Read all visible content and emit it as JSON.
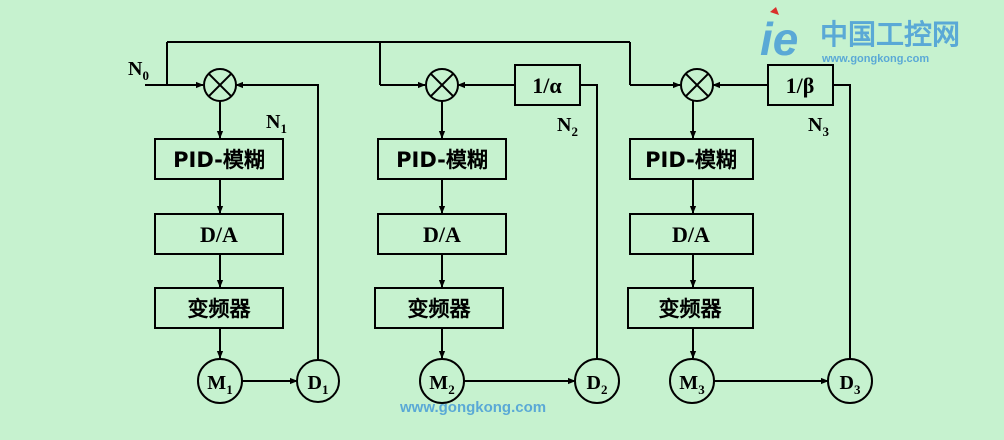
{
  "inputs": {
    "n0": {
      "main": "N",
      "sub": "0"
    },
    "n1": {
      "main": "N",
      "sub": "1"
    },
    "n2": {
      "main": "N",
      "sub": "2"
    },
    "n3": {
      "main": "N",
      "sub": "3"
    }
  },
  "units": [
    {
      "pid_label": "PID-模糊",
      "da_label": "D/A",
      "inverter_label": "变频器",
      "motor": {
        "main": "M",
        "sub": "1"
      },
      "sensor": {
        "main": "D",
        "sub": "1"
      }
    },
    {
      "pid_label": "PID-模糊",
      "da_label": "D/A",
      "inverter_label": "变频器",
      "motor": {
        "main": "M",
        "sub": "2"
      },
      "sensor": {
        "main": "D",
        "sub": "2"
      },
      "ratio_label": "1/α"
    },
    {
      "pid_label": "PID-模糊",
      "da_label": "D/A",
      "inverter_label": "变频器",
      "motor": {
        "main": "M",
        "sub": "3"
      },
      "sensor": {
        "main": "D",
        "sub": "3"
      },
      "ratio_label": "1/β"
    }
  ],
  "watermark": {
    "logo_chars": "ie",
    "cn_name": "中国工控网",
    "url_top": "www.gongkong.com",
    "url_bottom": "www.gongkong.com"
  },
  "colors": {
    "background": "#c6f2cf",
    "line": "#000000",
    "watermark_blue": "#5aa9d6",
    "watermark_red": "#d9302c"
  }
}
